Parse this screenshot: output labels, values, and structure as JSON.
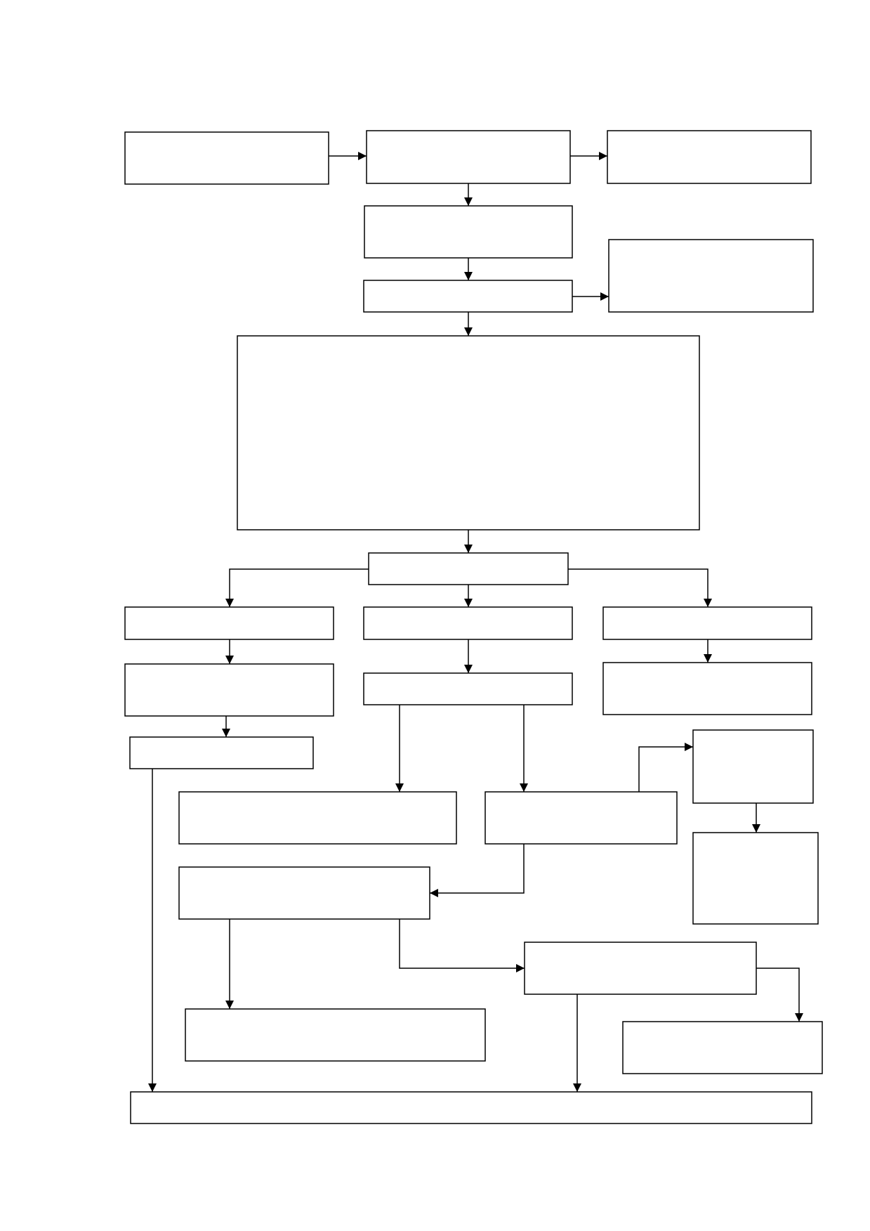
{
  "diagram": {
    "type": "flowchart",
    "line_color": "#000000",
    "box_fill": "#ffffff",
    "background": "#ffffff",
    "boxes": [
      {
        "id": "b1",
        "label": ""
      },
      {
        "id": "b2",
        "label": ""
      },
      {
        "id": "b3",
        "label": ""
      },
      {
        "id": "b4",
        "label": ""
      },
      {
        "id": "b5",
        "label": ""
      },
      {
        "id": "b6",
        "label": ""
      },
      {
        "id": "b7",
        "label": ""
      },
      {
        "id": "b8",
        "label": ""
      },
      {
        "id": "b9",
        "label": ""
      },
      {
        "id": "b10",
        "label": ""
      },
      {
        "id": "b11",
        "label": ""
      },
      {
        "id": "b12",
        "label": ""
      },
      {
        "id": "b13",
        "label": ""
      },
      {
        "id": "b14",
        "label": ""
      },
      {
        "id": "b15",
        "label": ""
      },
      {
        "id": "b16",
        "label": ""
      },
      {
        "id": "b17",
        "label": ""
      },
      {
        "id": "b18",
        "label": ""
      },
      {
        "id": "b19",
        "label": ""
      },
      {
        "id": "b20",
        "label": ""
      },
      {
        "id": "b21",
        "label": ""
      },
      {
        "id": "b22",
        "label": ""
      },
      {
        "id": "b23",
        "label": ""
      },
      {
        "id": "b24",
        "label": ""
      },
      {
        "id": "b25",
        "label": ""
      }
    ],
    "edges": [
      {
        "from": "b1",
        "to": "b2"
      },
      {
        "from": "b2",
        "to": "b3"
      },
      {
        "from": "b2",
        "to": "b4"
      },
      {
        "from": "b4",
        "to": "b5"
      },
      {
        "from": "b5",
        "to": "b6"
      },
      {
        "from": "b5",
        "to": "b7"
      },
      {
        "from": "b7",
        "to": "b8"
      },
      {
        "from": "b8",
        "to": "b9"
      },
      {
        "from": "b8",
        "to": "b10"
      },
      {
        "from": "b8",
        "to": "b11"
      },
      {
        "from": "b9",
        "to": "b12"
      },
      {
        "from": "b12",
        "to": "b13"
      },
      {
        "from": "b10",
        "to": "b14"
      },
      {
        "from": "b11",
        "to": "b15"
      },
      {
        "from": "b14",
        "to": "b16"
      },
      {
        "from": "b14",
        "to": "b17"
      },
      {
        "from": "b17",
        "to": "b18"
      },
      {
        "from": "b18",
        "to": "b19"
      },
      {
        "from": "b17",
        "to": "b20"
      },
      {
        "from": "b20",
        "to": "b21"
      },
      {
        "from": "b20",
        "to": "b22"
      },
      {
        "from": "b22",
        "to": "b23"
      },
      {
        "from": "b22",
        "to": "b24"
      },
      {
        "from": "b13",
        "to": "b24"
      }
    ]
  }
}
